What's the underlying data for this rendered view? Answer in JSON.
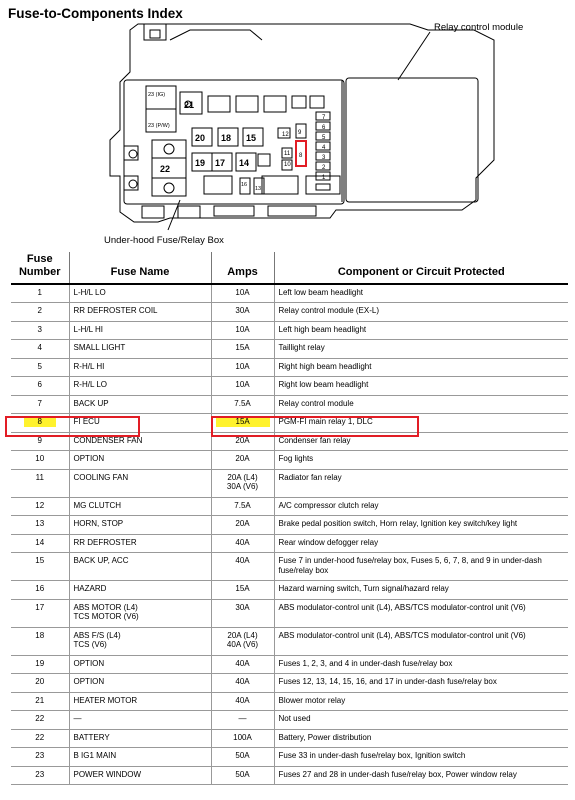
{
  "title": "Fuse-to-Components Index",
  "diagram": {
    "relay_label": "Relay control module",
    "box_label": "Under-hood Fuse/Relay Box",
    "fuse_21": "21",
    "fuse_20": "20",
    "fuse_18": "18",
    "fuse_15": "15",
    "fuse_22": "22",
    "fuse_19": "19",
    "fuse_17": "17",
    "fuse_14": "14",
    "fuse_23ig": "23 (IG)",
    "fuse_23pw": "23 (P/W)",
    "fuse_16": "16",
    "fuse_13": "13",
    "fuse_12": "12",
    "fuse_11": "11",
    "fuse_10": "10",
    "fuse_9": "9",
    "fuse_8": "8",
    "fuse_7": "7",
    "fuse_6": "6",
    "fuse_5": "5",
    "fuse_4": "4",
    "fuse_3": "3",
    "fuse_2": "2",
    "fuse_1": "1"
  },
  "table": {
    "headers": {
      "fuse_number_line1": "Fuse",
      "fuse_number_line2": "Number",
      "fuse_name": "Fuse Name",
      "amps": "Amps",
      "component": "Component or Circuit Protected"
    },
    "rows": [
      {
        "num": "1",
        "name": "L-H/L LO",
        "amps": "10A",
        "comp": "Left low beam headlight"
      },
      {
        "num": "2",
        "name": "RR DEFROSTER COIL",
        "amps": "30A",
        "comp": "Relay control module (EX-L)"
      },
      {
        "num": "3",
        "name": "L-H/L HI",
        "amps": "10A",
        "comp": "Left high beam headlight"
      },
      {
        "num": "4",
        "name": "SMALL LIGHT",
        "amps": "15A",
        "comp": "Taillight relay"
      },
      {
        "num": "5",
        "name": "R-H/L HI",
        "amps": "10A",
        "comp": "Right high beam headlight"
      },
      {
        "num": "6",
        "name": "R-H/L LO",
        "amps": "10A",
        "comp": "Right low beam headlight"
      },
      {
        "num": "7",
        "name": "BACK UP",
        "amps": "7.5A",
        "comp": "Relay control module"
      },
      {
        "num": "8",
        "name": "FI ECU",
        "amps": "15A",
        "comp": "PGM-FI main relay 1, DLC"
      },
      {
        "num": "9",
        "name": "CONDENSER FAN",
        "amps": "20A",
        "comp": "Condenser fan relay"
      },
      {
        "num": "10",
        "name": "OPTION",
        "amps": "20A",
        "comp": "Fog lights"
      },
      {
        "num": "11",
        "name": "COOLING FAN",
        "amps": "20A (L4)\n30A (V6)",
        "comp": "Radiator fan relay"
      },
      {
        "num": "12",
        "name": "MG CLUTCH",
        "amps": "7.5A",
        "comp": "A/C compressor clutch relay"
      },
      {
        "num": "13",
        "name": "HORN, STOP",
        "amps": "20A",
        "comp": "Brake pedal position switch, Horn relay, Ignition key switch/key light"
      },
      {
        "num": "14",
        "name": "RR DEFROSTER",
        "amps": "40A",
        "comp": "Rear window defogger relay"
      },
      {
        "num": "15",
        "name": "BACK UP, ACC",
        "amps": "40A",
        "comp": "Fuse 7 in under-hood fuse/relay box, Fuses 5, 6, 7, 8, and 9 in under-dash fuse/relay box"
      },
      {
        "num": "16",
        "name": "HAZARD",
        "amps": "15A",
        "comp": "Hazard warning switch, Turn signal/hazard relay"
      },
      {
        "num": "17",
        "name": "ABS MOTOR (L4)\nTCS MOTOR (V6)",
        "amps": "30A",
        "comp": "ABS modulator-control unit (L4), ABS/TCS modulator-control unit (V6)"
      },
      {
        "num": "18",
        "name": "ABS F/S (L4)\nTCS (V6)",
        "amps": "20A (L4)\n40A (V6)",
        "comp": "ABS modulator-control unit (L4), ABS/TCS modulator-control unit (V6)"
      },
      {
        "num": "19",
        "name": "OPTION",
        "amps": "40A",
        "comp": "Fuses 1, 2, 3, and 4 in under-dash fuse/relay box"
      },
      {
        "num": "20",
        "name": "OPTION",
        "amps": "40A",
        "comp": "Fuses 12, 13, 14, 15, 16, and 17 in under-dash fuse/relay box"
      },
      {
        "num": "21",
        "name": "HEATER MOTOR",
        "amps": "40A",
        "comp": "Blower motor relay"
      },
      {
        "num": "22",
        "name": "—",
        "amps": "—",
        "comp": "Not used"
      },
      {
        "num": "22",
        "name": "BATTERY",
        "amps": "100A",
        "comp": "Battery, Power distribution"
      },
      {
        "num": "23",
        "name": "B IG1 MAIN",
        "amps": "50A",
        "comp": "Fuse 33 in under-dash fuse/relay box, Ignition switch"
      },
      {
        "num": "23",
        "name": "POWER WINDOW",
        "amps": "50A",
        "comp": "Fuses 27 and 28 in under-dash fuse/relay box, Power window relay"
      }
    ]
  },
  "colors": {
    "highlight": "#fff22e",
    "callout": "#e21d25"
  }
}
